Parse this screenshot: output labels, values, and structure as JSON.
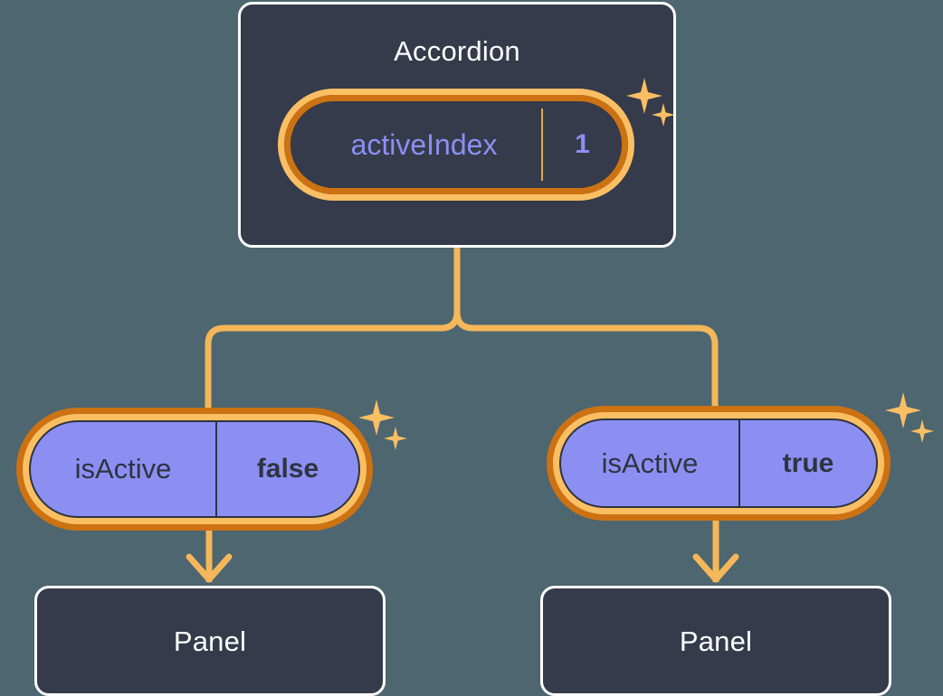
{
  "diagram": {
    "background_color": "#4d6670",
    "accent_color": "#f5b759",
    "accent_dark_color": "#cc7213",
    "card_color": "#353b4a",
    "value_pill_color": "#8c8ff2",
    "text_light": "#ffffff",
    "text_purple": "#8c8ff2",
    "text_dark": "#2e3440"
  },
  "accordion": {
    "title": "Accordion",
    "state": {
      "key": "activeIndex",
      "value": "1"
    },
    "sparkle_icon": "sparkle-icon"
  },
  "children": [
    {
      "state": {
        "key": "isActive",
        "value": "false"
      },
      "panel_title": "Panel",
      "sparkle_icon": "sparkle-icon"
    },
    {
      "state": {
        "key": "isActive",
        "value": "true"
      },
      "panel_title": "Panel",
      "sparkle_icon": "sparkle-icon"
    }
  ]
}
